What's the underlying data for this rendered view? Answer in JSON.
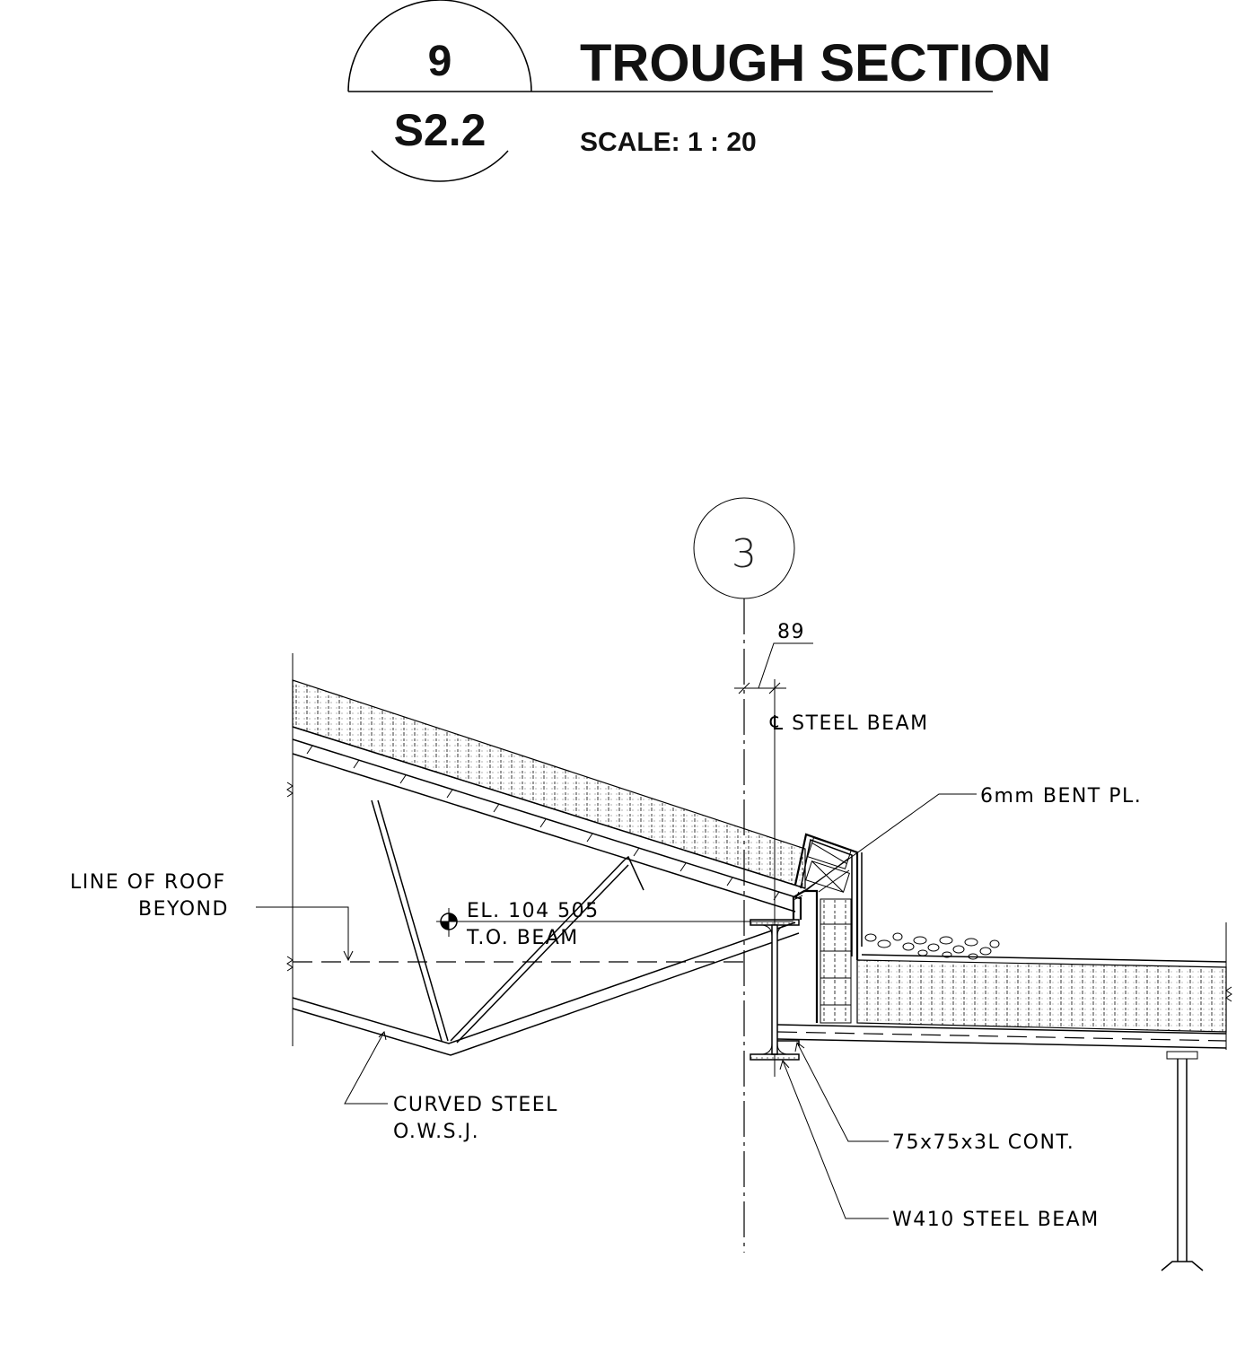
{
  "title_block": {
    "detail_number": "9",
    "sheet_number": "S2.2",
    "title": "TROUGH SECTION",
    "scale": "SCALE: 1 : 20"
  },
  "grid_bubble": {
    "label": "3"
  },
  "dimension": {
    "value": "89"
  },
  "callouts": {
    "centerline_beam": "℄ STEEL BEAM",
    "bent_plate": "6mm BENT PL.",
    "line_of_roof_1": "LINE OF ROOF",
    "line_of_roof_2": "BEYOND",
    "elevation_1": "EL. 104 505",
    "elevation_2": "T.O. BEAM",
    "joist_1": "CURVED STEEL",
    "joist_2": "O.W.S.J.",
    "angle": "75x75x3L CONT.",
    "beam": "W410 STEEL BEAM"
  }
}
